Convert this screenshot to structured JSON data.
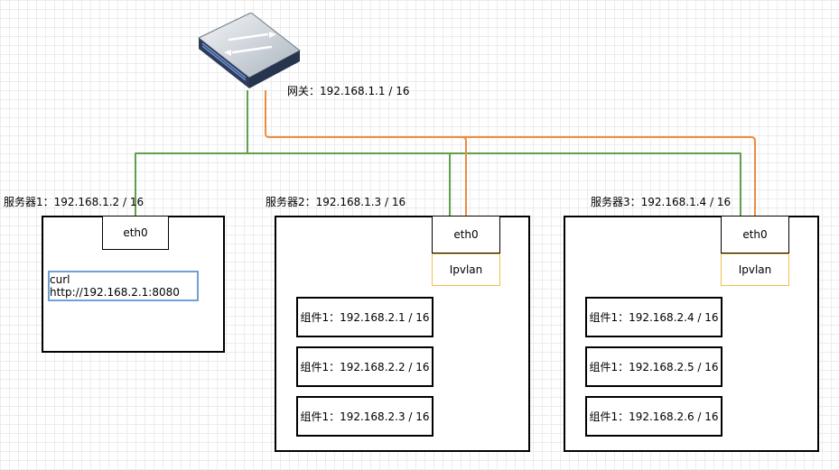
{
  "gateway": {
    "label": "网关：192.168.1.1 / 16",
    "icon": "router-icon"
  },
  "servers": [
    {
      "title": "服务器1：192.168.1.2 / 16",
      "eth": "eth0",
      "command": "curl http://192.168.2.1:8080"
    },
    {
      "title": "服务器2：192.168.1.3 / 16",
      "eth": "eth0",
      "ipvlan": "Ipvlan",
      "components": [
        "组件1：192.168.2.1 / 16",
        "组件1：192.168.2.2 / 16",
        "组件1：192.168.2.3 / 16"
      ]
    },
    {
      "title": "服务器3：192.168.1.4 / 16",
      "eth": "eth0",
      "ipvlan": "Ipvlan",
      "components": [
        "组件1：192.168.2.4 / 16",
        "组件1：192.168.2.5 / 16",
        "组件1：192.168.2.6 / 16"
      ]
    }
  ],
  "colors": {
    "physical_link": "#60a04a",
    "ipvlan_link": "#ee8c3e",
    "ipvlan_border": "#f0c04a",
    "curl_border": "#6fa0d8"
  }
}
